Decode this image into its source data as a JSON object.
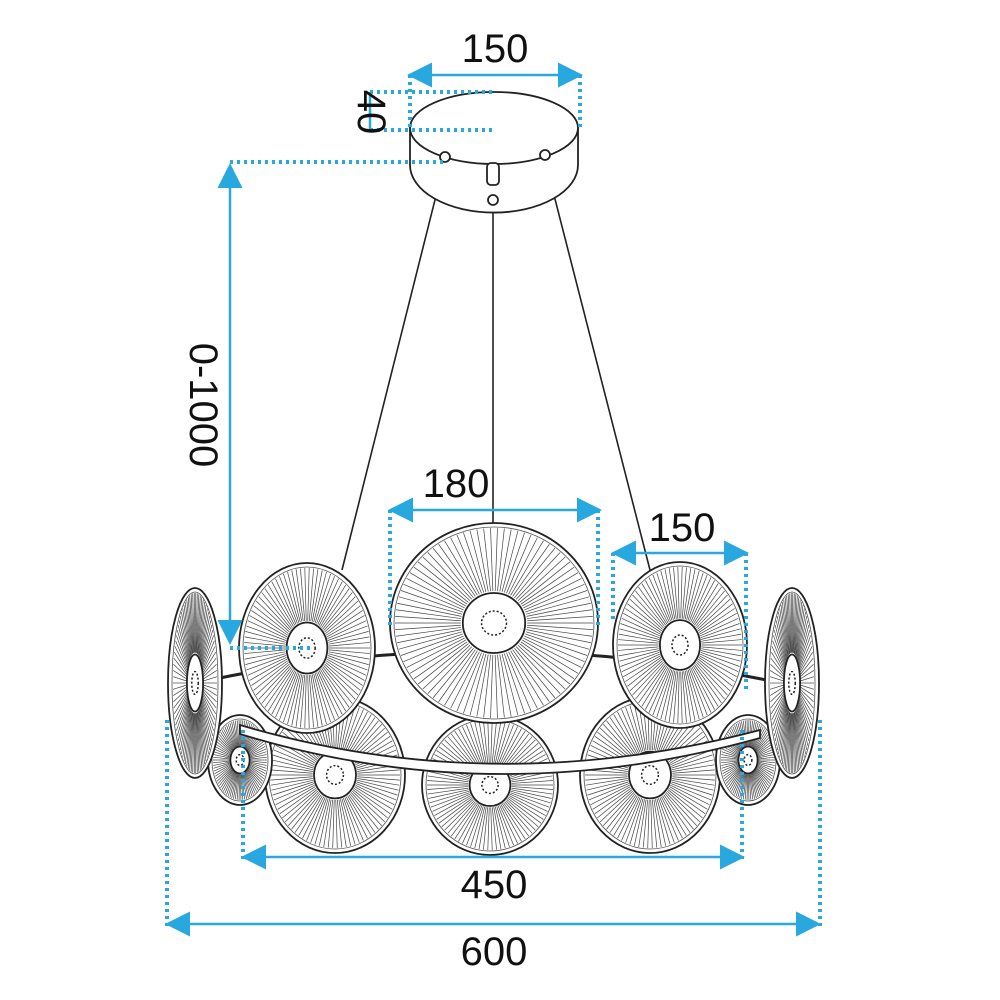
{
  "dimensions": {
    "canopy_width": "150",
    "canopy_height": "40",
    "hang_length": "0-1000",
    "center_disc": "180",
    "side_disc": "150",
    "ring_width": "450",
    "total_width": "600"
  },
  "colors": {
    "dimension": "#29a8e0",
    "drawing": "#222222"
  }
}
